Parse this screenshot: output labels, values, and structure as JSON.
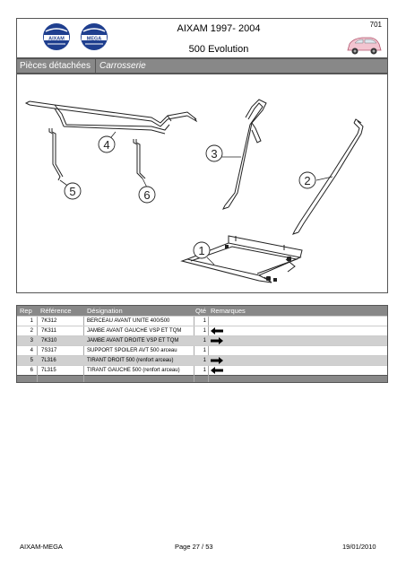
{
  "header": {
    "logo_left_text": "AIXAM",
    "logo_right_text": "MEGA",
    "title_line1": "AIXAM 1997- 2004",
    "title_line2": "500 Evolution",
    "page_code": "701"
  },
  "section": {
    "category": "Pièces détachées",
    "subcategory": "Carrosserie"
  },
  "callouts": [
    "1",
    "2",
    "3",
    "4",
    "5",
    "6"
  ],
  "table": {
    "headers": {
      "rep": "Rep",
      "ref": "Référence",
      "designation": "Désignation",
      "qty": "Qté",
      "remarks": "Remarques"
    },
    "rows": [
      {
        "rep": "1",
        "ref": "7K312",
        "designation": "BERCEAU AVANT UNITE 400/500",
        "qty": "1",
        "arrow": ""
      },
      {
        "rep": "2",
        "ref": "7K311",
        "designation": "JAMBE AVANT GAUCHE VSP ET TQM",
        "qty": "1",
        "arrow": "left"
      },
      {
        "rep": "3",
        "ref": "7K310",
        "designation": "JAMBE AVANT DROITE VSP ET TQM",
        "qty": "1",
        "arrow": "right"
      },
      {
        "rep": "4",
        "ref": "7S317",
        "designation": "SUPPORT SPOILER AVT 500 arceau",
        "qty": "1",
        "arrow": ""
      },
      {
        "rep": "5",
        "ref": "7L316",
        "designation": "TIRANT DROIT 500 (renfort arceau)",
        "qty": "1",
        "arrow": "right"
      },
      {
        "rep": "6",
        "ref": "7L315",
        "designation": "TIRANT GAUCHE 500 (renfort arceau)",
        "qty": "1",
        "arrow": "left"
      }
    ]
  },
  "footer": {
    "left": "AIXAM-MEGA",
    "page": "Page 27  /  53",
    "date": "19/01/2010"
  }
}
